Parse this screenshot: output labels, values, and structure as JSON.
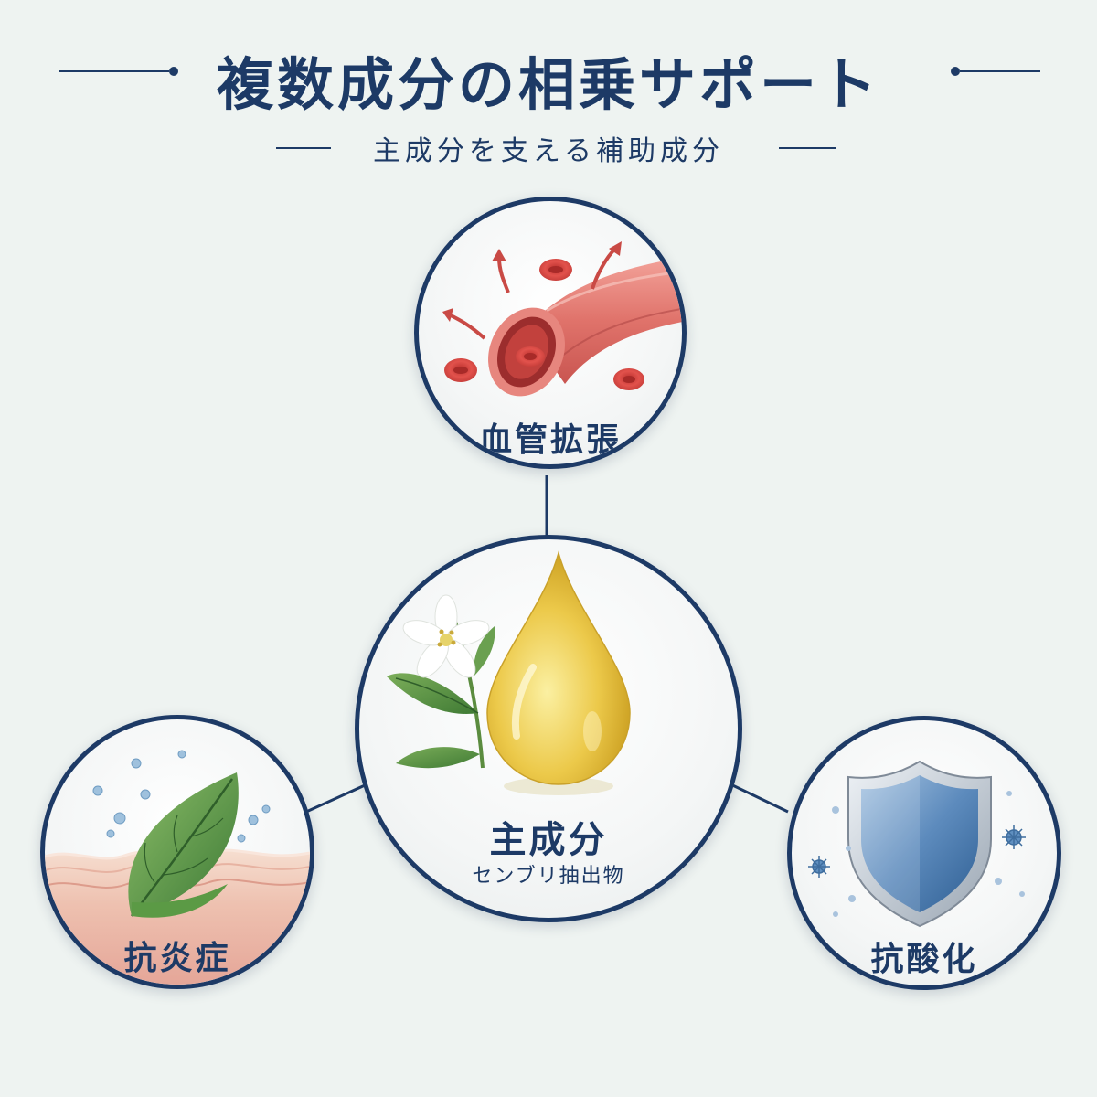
{
  "header": {
    "title": "複数成分の相乗サポート",
    "subtitle": "主成分を支える補助成分"
  },
  "center": {
    "label": "主成分",
    "sublabel": "センブリ抽出物"
  },
  "top": {
    "label": "血管拡張"
  },
  "left": {
    "label": "抗炎症"
  },
  "right": {
    "label": "抗酸化"
  },
  "colors": {
    "navy": "#1d3a66",
    "background": "#eef3f1",
    "blood": "#d9534f",
    "leaf": "#4f8a3c",
    "shield": "#5a86b8",
    "oil": "#e3bf3a"
  }
}
